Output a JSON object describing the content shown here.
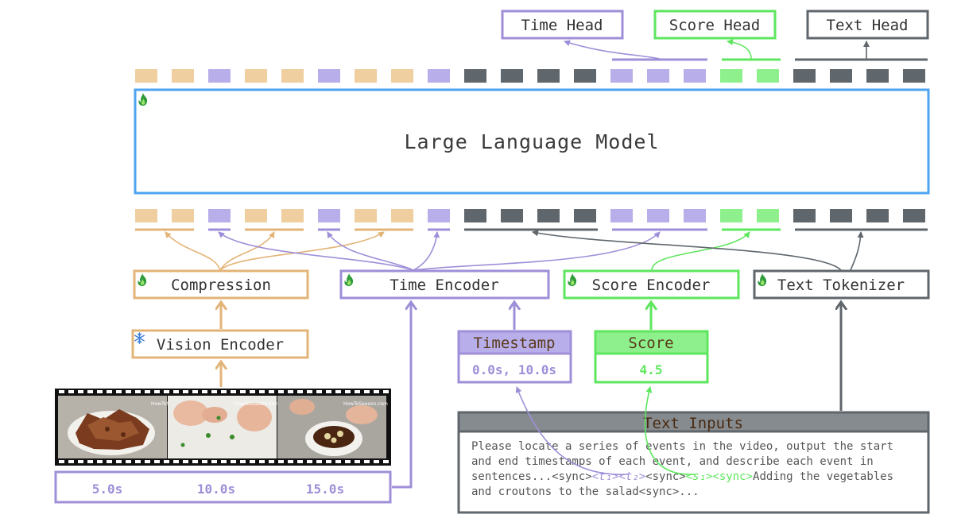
{
  "colors": {
    "vision": "#e3b477",
    "vision_token": "#efcf9f",
    "time": "#9f8fd8",
    "time_token": "#b8aeea",
    "score": "#5ee65e",
    "score_token": "#8df08d",
    "text": "#5f666c",
    "text_token": "#5f666c",
    "llm": "#4ea4f2"
  },
  "heads": {
    "time": "Time Head",
    "score": "Score Head",
    "text": "Text Head"
  },
  "llm": {
    "label": "Large Language Model"
  },
  "modules": {
    "compression": "Compression",
    "time_encoder": "Time Encoder",
    "score_encoder": "Score Encoder",
    "text_tokenizer": "Text Tokenizer",
    "vision_encoder": "Vision Encoder"
  },
  "icons": {
    "trainable": "flame-icon",
    "frozen": "snowflake-icon"
  },
  "timestamp": {
    "header": "Timestamp",
    "value": "0.0s, 10.0s"
  },
  "score_input": {
    "header": "Score",
    "value": "4.5"
  },
  "video": {
    "watermark": "HowToSeason.com",
    "frame_times": [
      "5.0s",
      "10.0s",
      "15.0s"
    ]
  },
  "text_inputs": {
    "header": "Text Inputs",
    "line1": "Please locate a series of events in the video, output the start",
    "line2": "and end timestamps of each event, and describe each event in",
    "line3_a": "sentences...<sync>",
    "t1": "<t₁>",
    "t2": "<t₂>",
    "sync2": "<sync>",
    "s1": "<s₁>",
    "sync3": "<sync>",
    "line3_b": "Adding the vegetables",
    "line4": "and croutons to the salad<sync>..."
  }
}
